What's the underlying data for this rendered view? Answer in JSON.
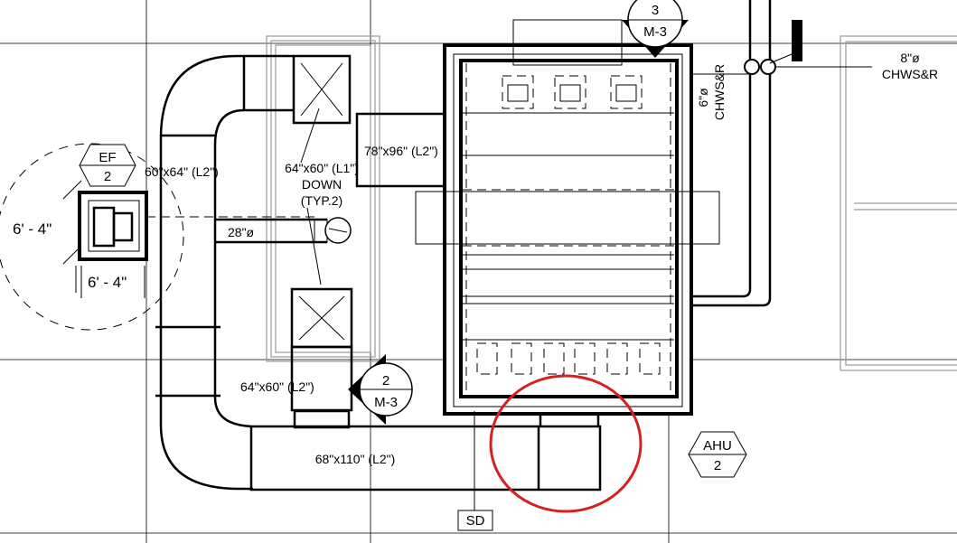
{
  "accent_color": "#d62020",
  "tags": {
    "ef": {
      "top": "EF",
      "bottom": "2"
    },
    "ahu": {
      "top": "AHU",
      "bottom": "2"
    },
    "section_top": {
      "top": "3",
      "bottom": "M-3"
    },
    "section_left": {
      "top": "2",
      "bottom": "M-3"
    },
    "sd": "SD"
  },
  "labels": {
    "duct_60x64": "60\"x64\" (L2\")",
    "duct_64x60_down_1": "64\"x60\" (L1\")",
    "duct_64x60_down_2": "DOWN",
    "duct_64x60_down_3": "(TYP.2)",
    "duct_78x96": "78\"x96\" (L2\")",
    "duct_64x60_lower": "64\"x60\" (L2\")",
    "duct_68x110": "68\"x110\" (L2\")",
    "round_28": "28\"ø",
    "dim_vertical": "6' - 4\"",
    "dim_horizontal": "6' - 4\"",
    "pipe_6_1": "6\"ø",
    "pipe_6_2": "CHWS&R",
    "pipe_8_1": "8\"ø",
    "pipe_8_2": "CHWS&R"
  }
}
